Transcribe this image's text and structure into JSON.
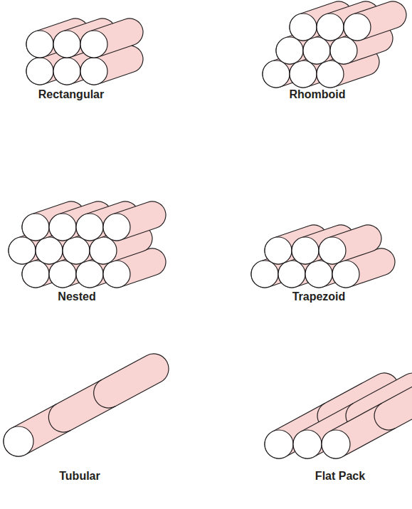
{
  "diagram": {
    "labels": [
      "Rectangular",
      "Rhomboid",
      "Nested",
      "Trapezoid",
      "Tubular",
      "Flat Pack"
    ]
  }
}
